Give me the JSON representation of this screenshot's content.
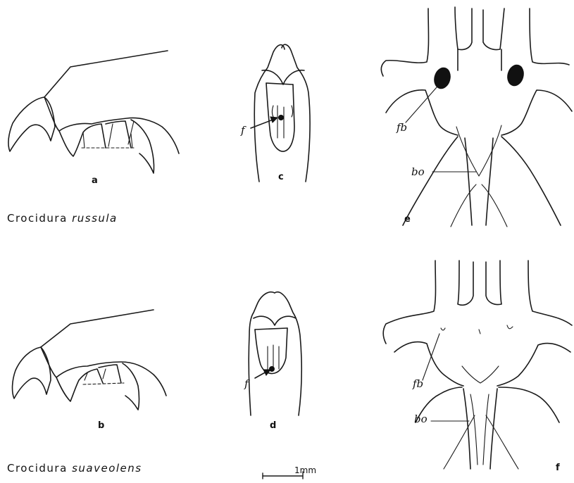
{
  "panels": {
    "a": "a",
    "b": "b",
    "c": "c",
    "d": "d",
    "e": "e",
    "f": "f"
  },
  "species": {
    "top_genus": "Crocidura",
    "top_epithet": "russula",
    "bottom_genus": "Crocidura",
    "bottom_epithet": "suaveolens"
  },
  "annotations": {
    "foramen_c": "f",
    "foramen_d": "f",
    "fb_e": "fb",
    "bo_e": "bo",
    "fb_f": "fb",
    "bo_f": "bo"
  },
  "scale_bar": "1mm"
}
